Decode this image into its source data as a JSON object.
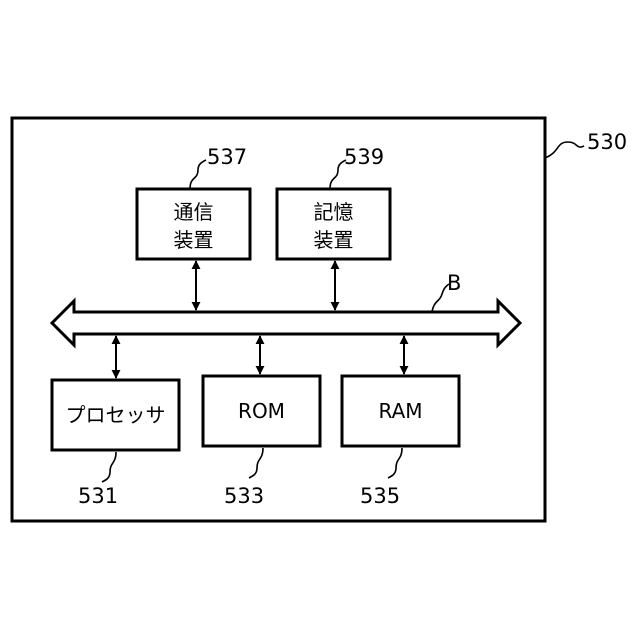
{
  "diagram": {
    "outer_ref": "530",
    "bus_label": "B",
    "comm": {
      "line1": "通信",
      "line2": "装置",
      "ref": "537"
    },
    "storage": {
      "line1": "記憶",
      "line2": "装置",
      "ref": "539"
    },
    "processor": {
      "label": "プロセッサ",
      "ref": "531"
    },
    "rom": {
      "label": "ROM",
      "ref": "533"
    },
    "ram": {
      "label": "RAM",
      "ref": "535"
    }
  },
  "colors": {
    "stroke": "#000000",
    "background": "#ffffff"
  }
}
